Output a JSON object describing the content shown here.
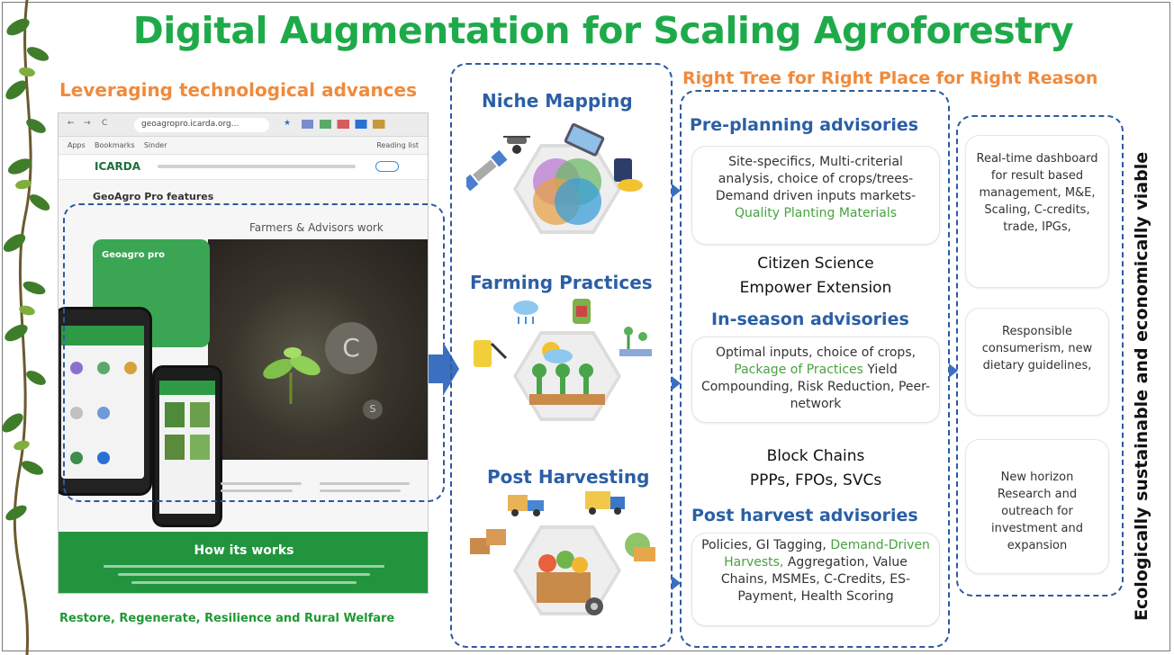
{
  "title": "Digital Augmentation for Scaling Agroforestry",
  "subtitle_left": "Leveraging technological advances",
  "subtitle_right": "Right Tree for Right Place for Right Reason",
  "footer": "Restore, Regenerate, Resilience and Rural Welfare",
  "vertical_label": "Ecologically sustainable and economically viable",
  "screenshot": {
    "url": "geoagropro.icarda.org...",
    "bookmarks": [
      "Apps",
      "Bookmarks",
      "Sinder"
    ],
    "reading_list": "Reading list",
    "brand": "ICARDA",
    "features_heading": "GeoAgro Pro features",
    "section_heading": "Farmers & Advisors work",
    "app_name": "Geoagro pro",
    "how_title": "How its works",
    "photo_badge": "C",
    "photo_badge2": "S"
  },
  "middle": {
    "niche": "Niche Mapping",
    "farming": "Farming Practices",
    "post": "Post Harvesting"
  },
  "advisories": {
    "pre_title": "Pre-planning advisories",
    "pre_text": "Site-specifics, Multi-criterial analysis, choice of crops/trees- Demand driven inputs markets-",
    "pre_green": "Quality Planting Materials",
    "mid1_line1": "Citizen Science",
    "mid1_line2": "Empower Extension",
    "in_title": "In-season advisories",
    "in_text1": "Optimal inputs, choice of crops,",
    "in_green": "Package of Practices",
    "in_text2": "Yield Compounding, Risk Reduction, Peer-network",
    "mid2_line1": "Block Chains",
    "mid2_line2": "PPPs, FPOs, SVCs",
    "post_title": "Post harvest advisories",
    "post_text1": "Policies, GI Tagging,",
    "post_green": "Demand-Driven Harvests,",
    "post_text2": "Aggregation, Value Chains, MSMEs, C-Credits, ES-Payment, Health Scoring"
  },
  "right_boxes": [
    "Real-time dashboard for result based management, M&E, Scaling, C-credits, trade, IPGs,",
    "Responsible consumerism, new dietary guidelines,",
    "New horizon Research and outreach for investment and expansion"
  ],
  "colors": {
    "title_green": "#1faa4a",
    "orange": "#f08a3c",
    "blue": "#2b5fa5",
    "accent_green": "#48a23f"
  }
}
